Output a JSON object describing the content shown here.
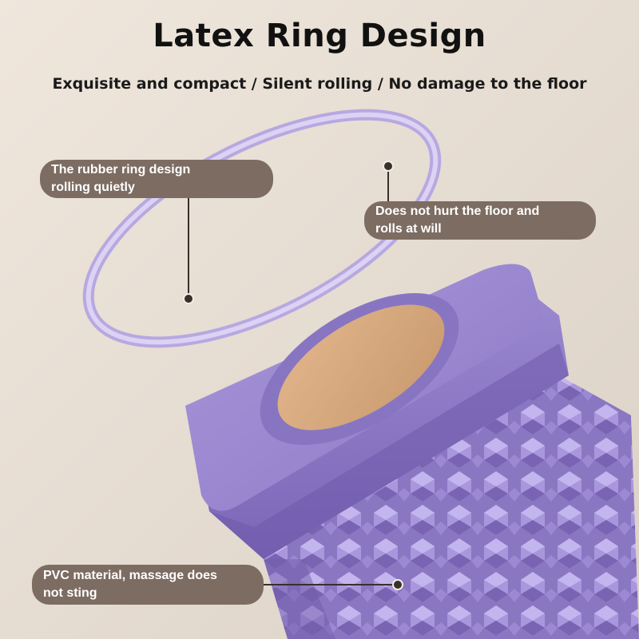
{
  "header": {
    "title": "Latex Ring Design",
    "subtitle": "Exquisite and compact / Silent rolling / No damage to the floor"
  },
  "callouts": {
    "ring_quiet": {
      "line1": "The rubber ring design",
      "line2": "rolling quietly"
    },
    "floor": {
      "line1": "Does not hurt the floor and",
      "line2": "rolls at will"
    },
    "pvc": {
      "line1": "PVC material, massage does",
      "line2": "not sting"
    }
  },
  "colors": {
    "background": "#e9e0d6",
    "product_purple": "#9a88d0",
    "ring_lavender": "#ccc0ea",
    "callout_bg": "#7c6c62",
    "end_cap_insert": "#d4a77c"
  }
}
